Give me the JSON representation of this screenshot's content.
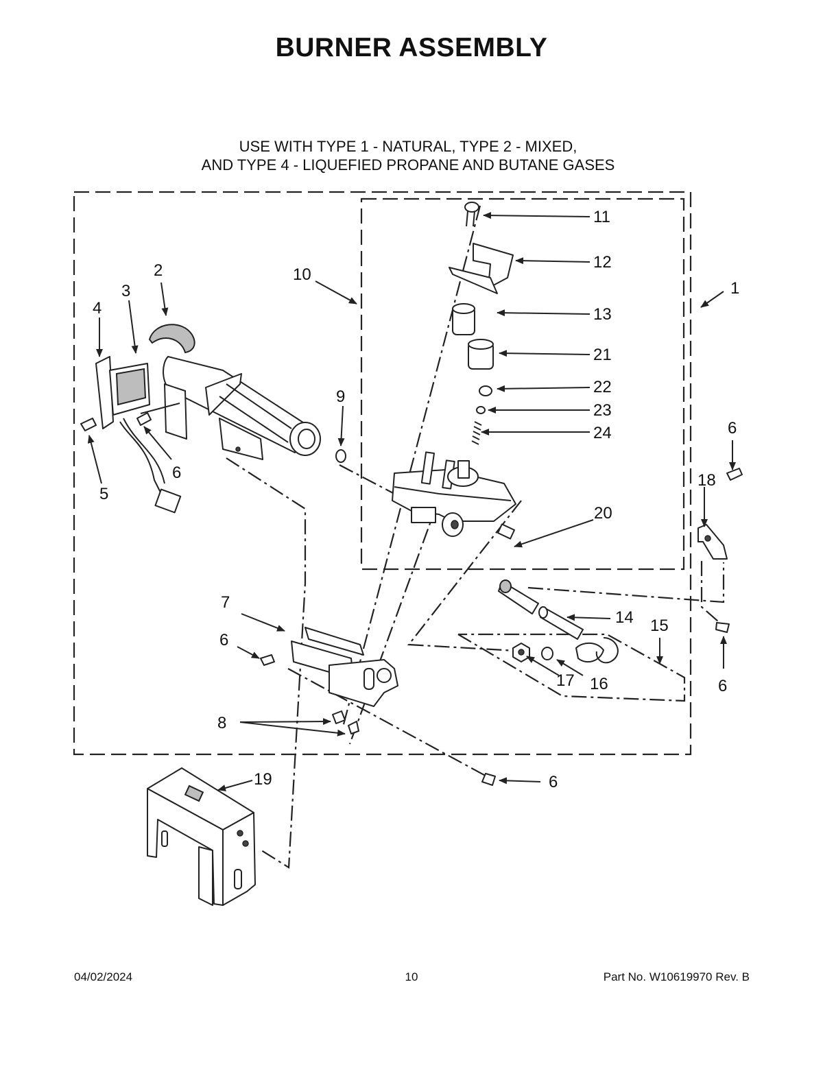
{
  "title": "BURNER ASSEMBLY",
  "subtitle": {
    "line1": "USE WITH TYPE 1 - NATURAL, TYPE 2 - MIXED,",
    "line2": "AND TYPE 4 - LIQUEFIED PROPANE AND BUTANE GASES"
  },
  "callouts": {
    "c1": "1",
    "c2": "2",
    "c3": "3",
    "c4": "4",
    "c5": "5",
    "c6a": "6",
    "c6b": "6",
    "c6c": "6",
    "c6d": "6",
    "c6e": "6",
    "c7": "7",
    "c8": "8",
    "c9": "9",
    "c10": "10",
    "c11": "11",
    "c12": "12",
    "c13": "13",
    "c14": "14",
    "c15": "15",
    "c16": "16",
    "c17": "17",
    "c18": "18",
    "c19": "19",
    "c20": "20",
    "c21": "21",
    "c22": "22",
    "c23": "23",
    "c24": "24"
  },
  "footer": {
    "date": "04/02/2024",
    "page": "10",
    "part_number": "Part No.  W10619970  Rev.  B"
  }
}
